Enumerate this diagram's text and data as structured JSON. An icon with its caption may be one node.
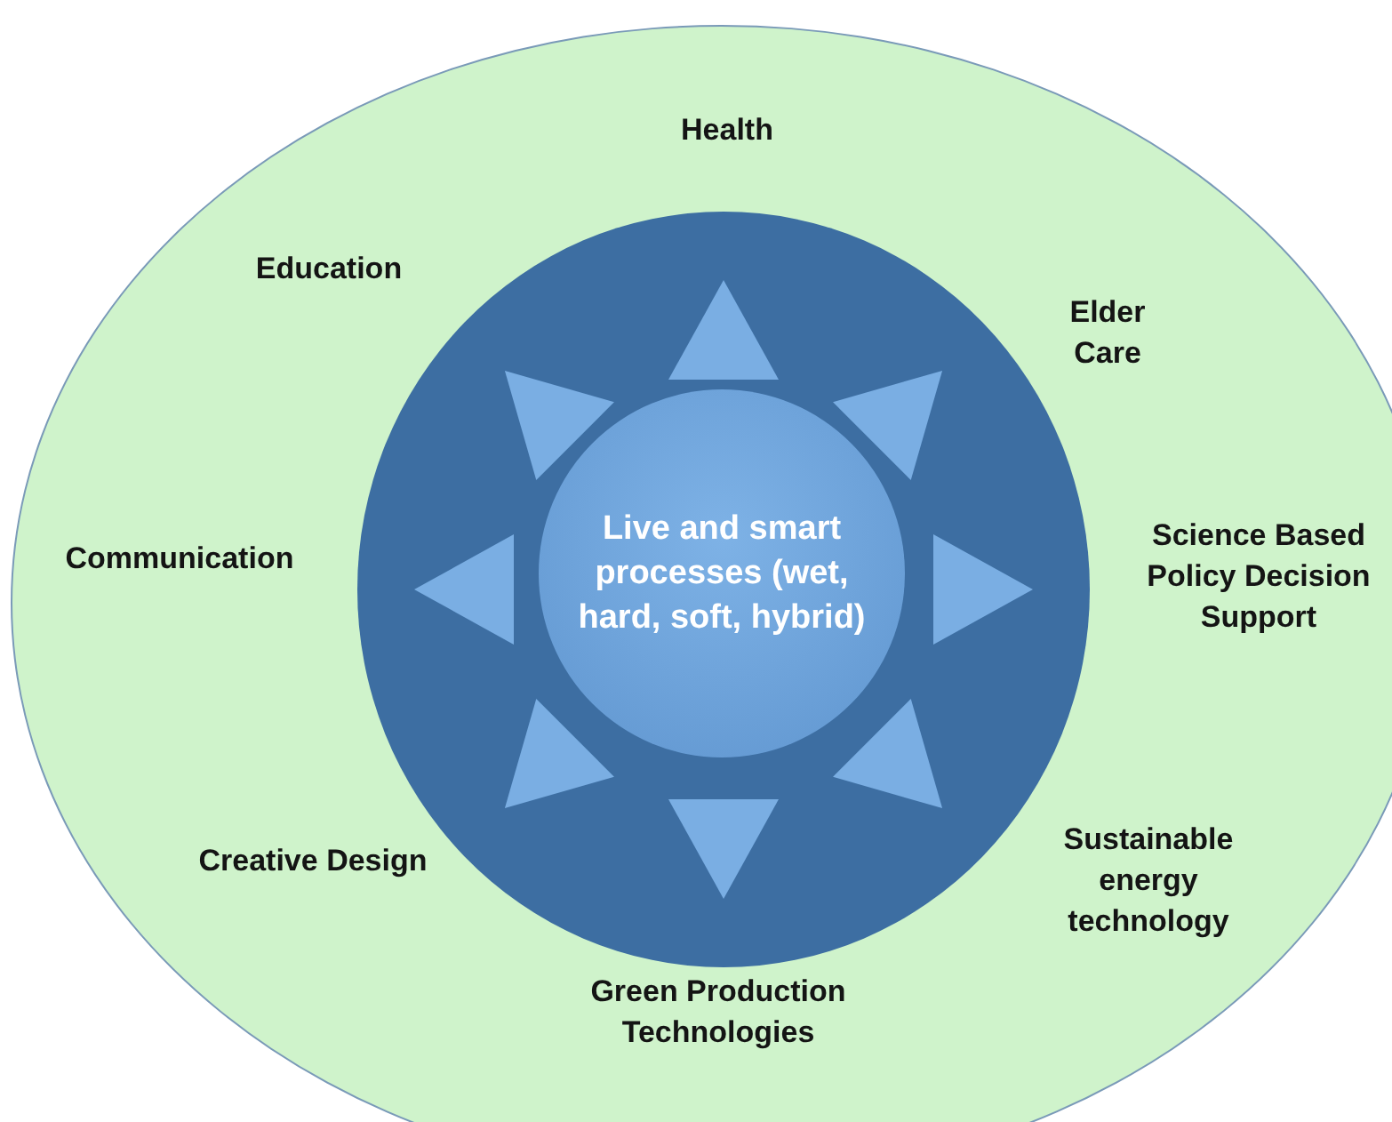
{
  "diagram": {
    "nodes": [
      {
        "text": [
          "Health",
          "Education",
          "Elder Care",
          "Communication",
          "Science Based Policy Decision Support",
          "Creative Design",
          "Sustainable energy technology",
          "Green Production Technologies"
        ]
      },
      {
        "text": [],
        "shape": "circle",
        "in": 0
      },
      {
        "text": [
          "Live and smart processes (wet, hard, soft, hybrid)"
        ],
        "in": 1
      }
    ]
  }
}
